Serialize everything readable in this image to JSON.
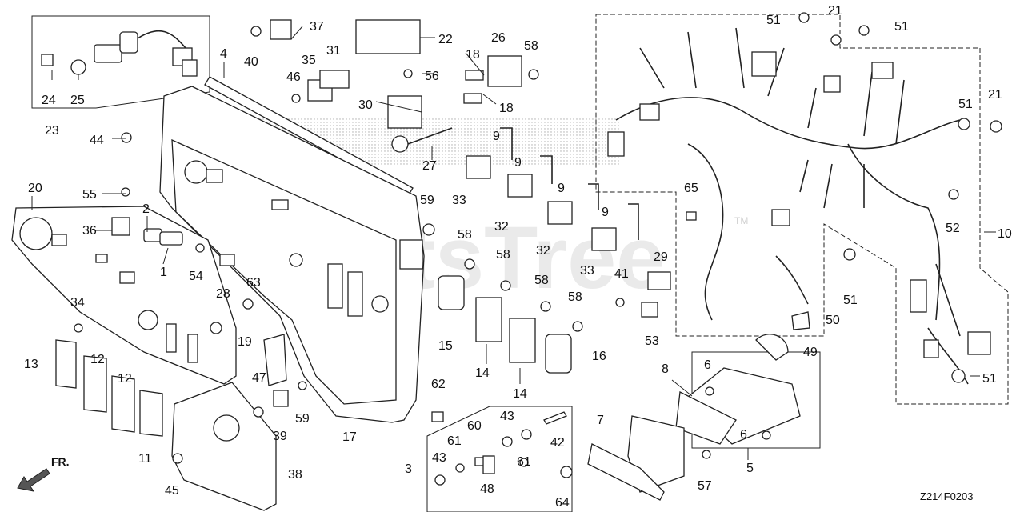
{
  "diagram": {
    "code": "Z214F0203",
    "direction_label": "FR.",
    "watermark": "PartsTree",
    "trademark": "TM"
  },
  "callouts": [
    {
      "n": "1"
    },
    {
      "n": "2"
    },
    {
      "n": "3"
    },
    {
      "n": "4"
    },
    {
      "n": "5"
    },
    {
      "n": "6"
    },
    {
      "n": "6"
    },
    {
      "n": "7"
    },
    {
      "n": "8"
    },
    {
      "n": "9"
    },
    {
      "n": "9"
    },
    {
      "n": "9"
    },
    {
      "n": "9"
    },
    {
      "n": "10"
    },
    {
      "n": "11"
    },
    {
      "n": "12"
    },
    {
      "n": "12"
    },
    {
      "n": "13"
    },
    {
      "n": "14"
    },
    {
      "n": "14"
    },
    {
      "n": "15"
    },
    {
      "n": "16"
    },
    {
      "n": "17"
    },
    {
      "n": "18"
    },
    {
      "n": "18"
    },
    {
      "n": "19"
    },
    {
      "n": "20"
    },
    {
      "n": "21"
    },
    {
      "n": "21"
    },
    {
      "n": "22"
    },
    {
      "n": "23"
    },
    {
      "n": "24"
    },
    {
      "n": "25"
    },
    {
      "n": "26"
    },
    {
      "n": "27"
    },
    {
      "n": "28"
    },
    {
      "n": "29"
    },
    {
      "n": "30"
    },
    {
      "n": "31"
    },
    {
      "n": "32"
    },
    {
      "n": "32"
    },
    {
      "n": "33"
    },
    {
      "n": "33"
    },
    {
      "n": "34"
    },
    {
      "n": "35"
    },
    {
      "n": "36"
    },
    {
      "n": "37"
    },
    {
      "n": "38"
    },
    {
      "n": "39"
    },
    {
      "n": "40"
    },
    {
      "n": "41"
    },
    {
      "n": "42"
    },
    {
      "n": "43"
    },
    {
      "n": "43"
    },
    {
      "n": "44"
    },
    {
      "n": "45"
    },
    {
      "n": "46"
    },
    {
      "n": "47"
    },
    {
      "n": "48"
    },
    {
      "n": "49"
    },
    {
      "n": "50"
    },
    {
      "n": "51"
    },
    {
      "n": "51"
    },
    {
      "n": "51"
    },
    {
      "n": "51"
    },
    {
      "n": "51"
    },
    {
      "n": "52"
    },
    {
      "n": "53"
    },
    {
      "n": "54"
    },
    {
      "n": "55"
    },
    {
      "n": "56"
    },
    {
      "n": "57"
    },
    {
      "n": "58"
    },
    {
      "n": "58"
    },
    {
      "n": "58"
    },
    {
      "n": "58"
    },
    {
      "n": "58"
    },
    {
      "n": "59"
    },
    {
      "n": "59"
    },
    {
      "n": "60"
    },
    {
      "n": "61"
    },
    {
      "n": "61"
    },
    {
      "n": "62"
    },
    {
      "n": "63"
    },
    {
      "n": "64"
    },
    {
      "n": "65"
    }
  ]
}
